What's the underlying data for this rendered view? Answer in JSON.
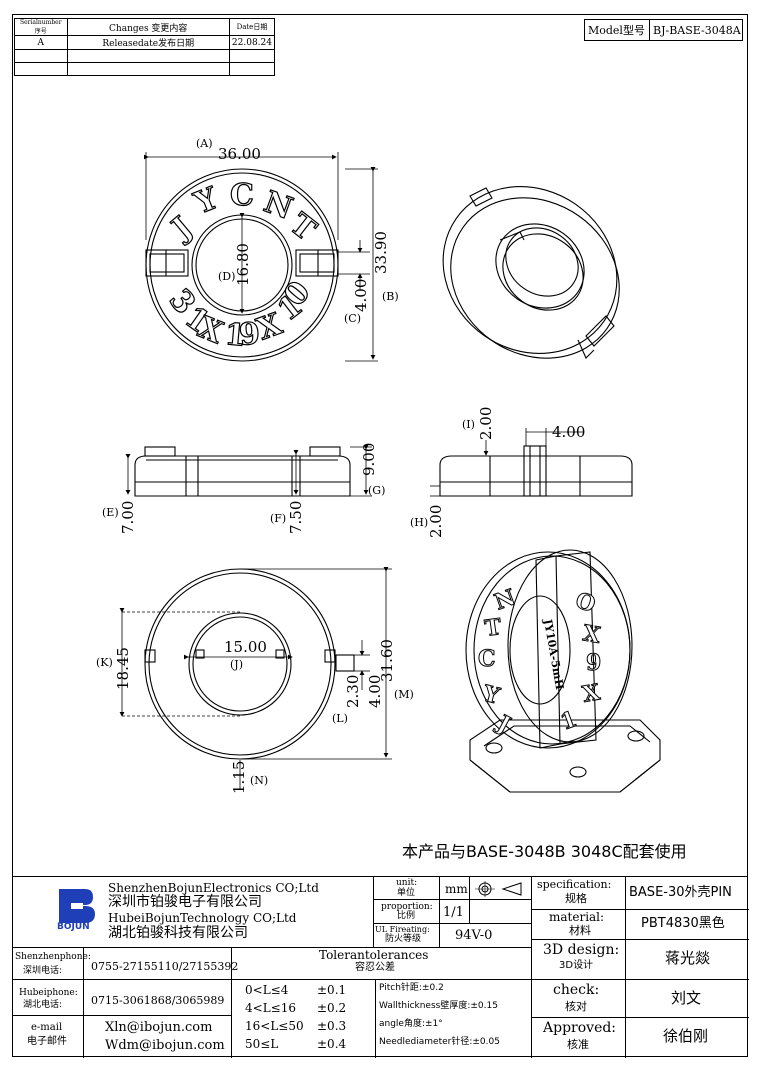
{
  "revision_table": {
    "headers": [
      "Serialnumber序号",
      "Changes 变更内容",
      "Date日期"
    ],
    "rows": [
      [
        "A",
        "Releasedate发布日期",
        "22.08.24"
      ],
      [
        "",
        "",
        ""
      ],
      [
        "",
        "",
        ""
      ]
    ]
  },
  "model": {
    "label": "Model型号",
    "value": "BJ-BASE-3048A"
  },
  "top_view": {
    "dim_36": "36.00",
    "label_a": "(A)",
    "dim_33_9": "33.90",
    "label_b": "(B)",
    "dim_16_8": "16.80",
    "label_d": "(D)",
    "dim_4": "4.00",
    "label_c": "(C)",
    "ring_text_top": "JY CNT",
    "ring_text_bottom": "31X19X10"
  },
  "side_view": {
    "dim_9": "9.00",
    "label_g": "(G)",
    "dim_7": "7.00",
    "label_e": "(E)",
    "dim_7_5": "7.50",
    "label_f": "(F)"
  },
  "side_view_2": {
    "dim_2_top": "2.00",
    "label_i": "(I)",
    "dim_4": "4.00",
    "dim_2_bottom": "2.00",
    "label_h": "(H)"
  },
  "bottom_view": {
    "dim_15": "15.00",
    "label_j": "(J)",
    "dim_18_45": "18.45",
    "label_k": "(K)",
    "dim_2_3": "2.30",
    "dim_4": "4.00",
    "label_l": "(L)",
    "dim_31_6": "31.60",
    "label_m": "(M)",
    "dim_1_15": "1.15",
    "label_n": "(N)"
  },
  "iso_view_2": {
    "chip_text": "JY10A-5mH",
    "ring_text_1": "JY CNT",
    "ring_text_2": "31X19X10"
  },
  "note": "本产品与BASE-3048B 3048C配套使用",
  "title_block": {
    "company": [
      "ShenzhenBojunElectronics CO;Ltd",
      "深圳市铂骏电子有限公司",
      "HubeiBojunTechnology CO;Ltd",
      "湖北铂骏科技有限公司"
    ],
    "logo_text": "BOJUN",
    "unit_label": [
      "unit:",
      "单位"
    ],
    "unit_value": "mm",
    "proportion_label": [
      "proportion:",
      "比例"
    ],
    "proportion_value": "1/1",
    "ul_label": [
      "UL Fireating:",
      "防火等级"
    ],
    "ul_value": "94V-0",
    "spec_label": [
      "specification:",
      "规格"
    ],
    "spec_value": "BASE-30外壳PIN",
    "material_label": [
      "material:",
      "材料"
    ],
    "material_value": "PBT4830黑色",
    "design_label": [
      "3D design:",
      "3D设计"
    ],
    "design_value": "蒋光燚",
    "check_label": [
      "check:",
      "核对"
    ],
    "check_value": "刘文",
    "approved_label": [
      "Approved:",
      "核准"
    ],
    "approved_value": "徐伯刚",
    "sz_phone_label": [
      "Shenzhenphone:",
      "深圳电话:"
    ],
    "sz_phone": "0755-27155110/27155392",
    "hb_phone_label": [
      "Hubeiphone:",
      "湖北电话:"
    ],
    "hb_phone": "0715-3061868/3065989",
    "email_label": [
      "e-mail",
      "电子邮件"
    ],
    "emails": [
      "Xln@ibojun.com",
      "Wdm@ibojun.com"
    ],
    "tol_title": [
      "Tolerantolerances",
      "容忍公差"
    ],
    "tolerances": [
      [
        "0<L≤4",
        "±0.1"
      ],
      [
        "4<L≤16",
        "±0.2"
      ],
      [
        "16<L≤50",
        "±0.3"
      ],
      [
        "50≤L",
        "±0.4"
      ]
    ],
    "tol_notes": [
      "Pitch针距:±0.2",
      "Wallthickness壁厚度:±0.15",
      "angle角度:±1°",
      "Needlediameter针径:±0.05"
    ]
  }
}
